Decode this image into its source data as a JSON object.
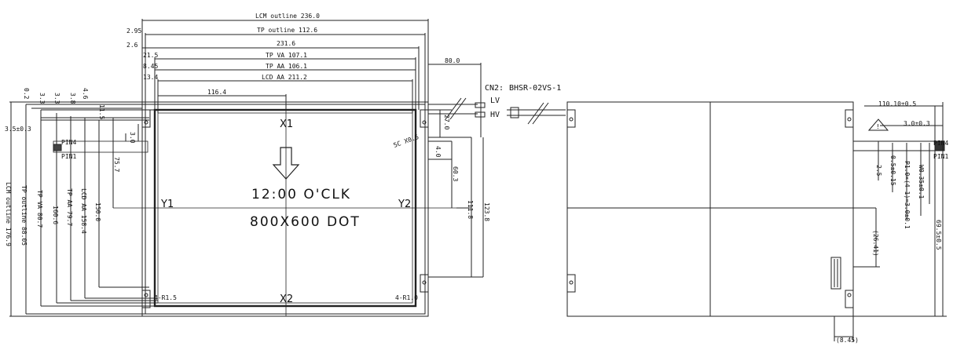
{
  "dims": {
    "lcm_outline": "LCM outline 236.0",
    "tp_outline": "TP outline 112.6",
    "w231": "231.6",
    "tp_va": "TP VA 107.1",
    "tp_aa": "TP AA 106.1",
    "lcd_aa": "LCD AA 211.2",
    "left_295": "2.95",
    "left_26": "2.6",
    "left_215": "21.5",
    "left_845": "8.45",
    "left_134": "13.4",
    "d1164": "116.4",
    "d800": "80.0",
    "d270": "27.0",
    "d40": "4.0",
    "d603": "60.3",
    "d1118": "111.8",
    "d1238": "123.8",
    "d757": "75.7",
    "d30": "3.0",
    "d115": "11.5",
    "v02": "0.2",
    "v33": "3.3",
    "v46": "4.6",
    "v38": "3.8",
    "v35": "3.5±0.3",
    "lcm_outline_v": "LCM outline 176.9",
    "tp_va_v": "TP VA 80.7",
    "tp_outline_v": "TP outline 88.05",
    "d1606": "160.6",
    "tp_aa_v": "TP AA 79.7",
    "d1500": "150.0",
    "lcd_aa_v": "LCD AA 158.4",
    "r1101": "110.10±0.5",
    "r30": "3.0±0.3",
    "r05": "0.5±0.15",
    "r25": "2.5",
    "r_p1": "P1.0×(4-1)=3.0±0.1",
    "r_w": "W0.35±0.1",
    "r695": "69.5±0.5",
    "r2641": "(26.41)",
    "r845": "(8.45)",
    "r_x": "5C X0.5",
    "r_4r1": "4-R1.0",
    "r_4r": "4-R1.5"
  },
  "labels": {
    "x1": "X1",
    "x2": "X2",
    "y1": "Y1",
    "y2": "Y2",
    "pin4": "PIN4",
    "pin1": "PIN1",
    "pin4_r": "PIN4",
    "pin1_r": "PIN1",
    "cn2": "CN2:",
    "bhsr": "BHSR-02VS-1",
    "lv": "LV",
    "hv": "HV",
    "orientation": "12:00 O'CLK",
    "resolution": "800X600 DOT",
    "warn": "!"
  }
}
